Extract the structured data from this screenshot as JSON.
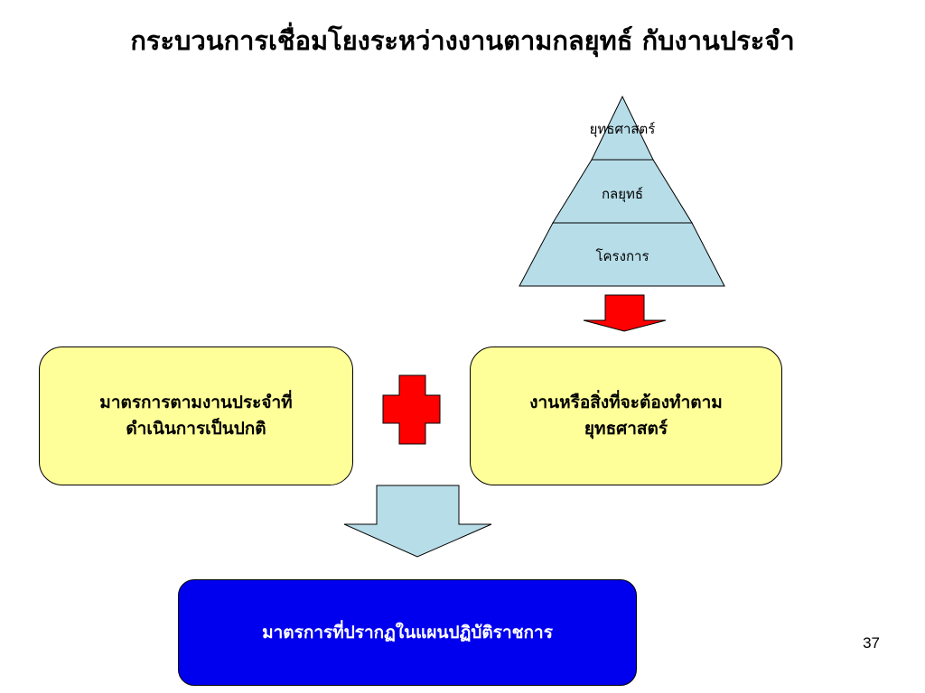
{
  "title": "กระบวนการเชื่อมโยงระหว่างงานตามกลยุทธ์ กับงานประจำ",
  "pyramid": {
    "levels": [
      "ยุทธศาสตร์",
      "กลยุทธ์",
      "โครงการ"
    ],
    "fill": "#b7dde8"
  },
  "boxes": {
    "routine": "มาตรการตามงานประจำที่\nดำเนินการเป็นปกติ",
    "strategic": "งานหรือสิ่งที่จะต้องทำตาม\nยุทธศาสตร์",
    "result": "มาตรการที่ปรากฏในแผนปฏิบัติราชการ"
  },
  "colors": {
    "yellow_box": "#ffff99",
    "blue_box": "#0000ee",
    "red": "#ff0000",
    "arrow_light": "#b7dde8"
  },
  "page_number": "37"
}
